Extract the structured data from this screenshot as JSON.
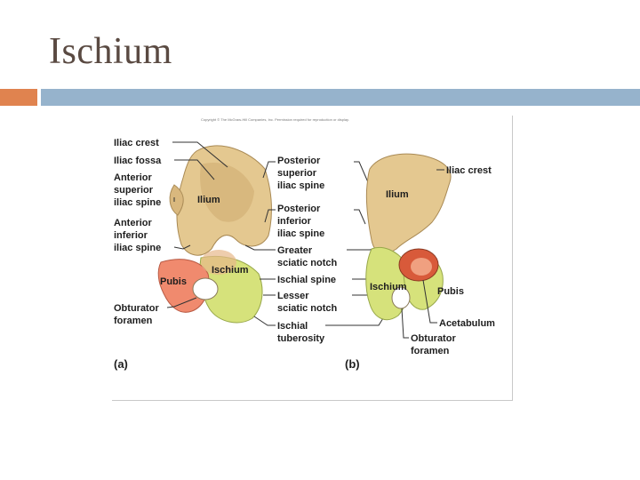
{
  "slide": {
    "title": "Ischium",
    "colors": {
      "title": "#5a4a42",
      "accent": "#e0834f",
      "bar": "#96b3cc"
    }
  },
  "figure": {
    "copyright": "Copyright © The McGraw-Hill Companies, Inc. Permission required for reproduction or display.",
    "panel_a": {
      "tag": "(a)",
      "labels": {
        "iliac_crest": "Iliac crest",
        "iliac_fossa": "Iliac fossa",
        "asis": [
          "Anterior",
          "superior",
          "iliac spine"
        ],
        "aiis": [
          "Anterior",
          "inferior",
          "iliac spine"
        ],
        "ilium": "Ilium",
        "ischium": "Ischium",
        "pubis": "Pubis",
        "obturator": [
          "Obturator",
          "foramen"
        ]
      }
    },
    "center_labels": {
      "psis": [
        "Posterior",
        "superior",
        "iliac spine"
      ],
      "piis": [
        "Posterior",
        "inferior",
        "iliac spine"
      ],
      "greater_sciatic": [
        "Greater",
        "sciatic notch"
      ],
      "ischial_spine": "Ischial spine",
      "lesser_sciatic": [
        "Lesser",
        "sciatic notch"
      ],
      "ischial_tuberosity": [
        "Ischial",
        "tuberosity"
      ]
    },
    "panel_b": {
      "tag": "(b)",
      "labels": {
        "iliac_crest": "Iliac crest",
        "ilium": "Ilium",
        "ischium": "Ischium",
        "pubis": "Pubis",
        "acetabulum": "Acetabulum",
        "obturator": [
          "Obturator",
          "foramen"
        ]
      }
    }
  }
}
